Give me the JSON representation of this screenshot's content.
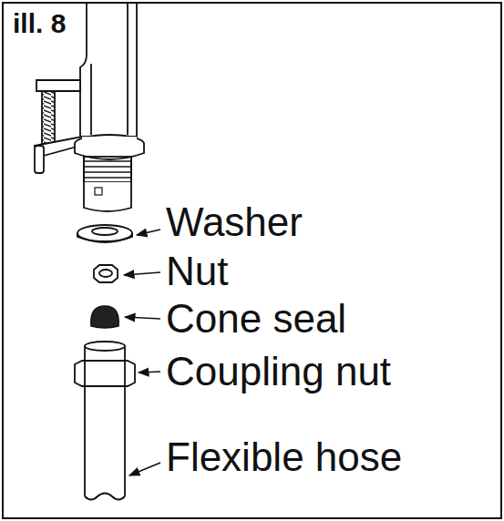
{
  "diagram": {
    "labels": [
      "ill. 8",
      "Washer",
      "Nut",
      "Cone seal",
      "Coupling nut",
      "Flexible hose"
    ]
  }
}
